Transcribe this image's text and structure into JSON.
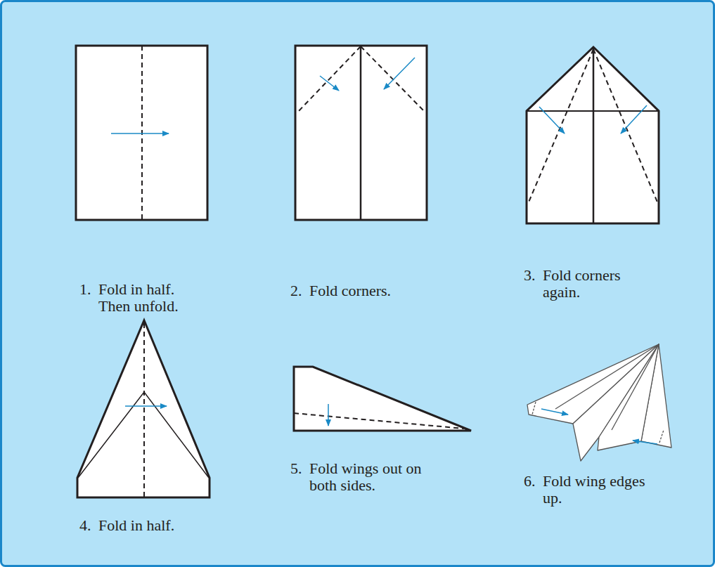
{
  "diagram": {
    "labels": [
      "1.",
      "Fold in half. Then unfold.",
      "2.",
      "Fold corners.",
      "3.",
      "Fold corners again.",
      "4.",
      "Fold in half.",
      "5.",
      "Fold wings out on both sides.",
      "6.",
      "Fold wing edges up."
    ]
  }
}
